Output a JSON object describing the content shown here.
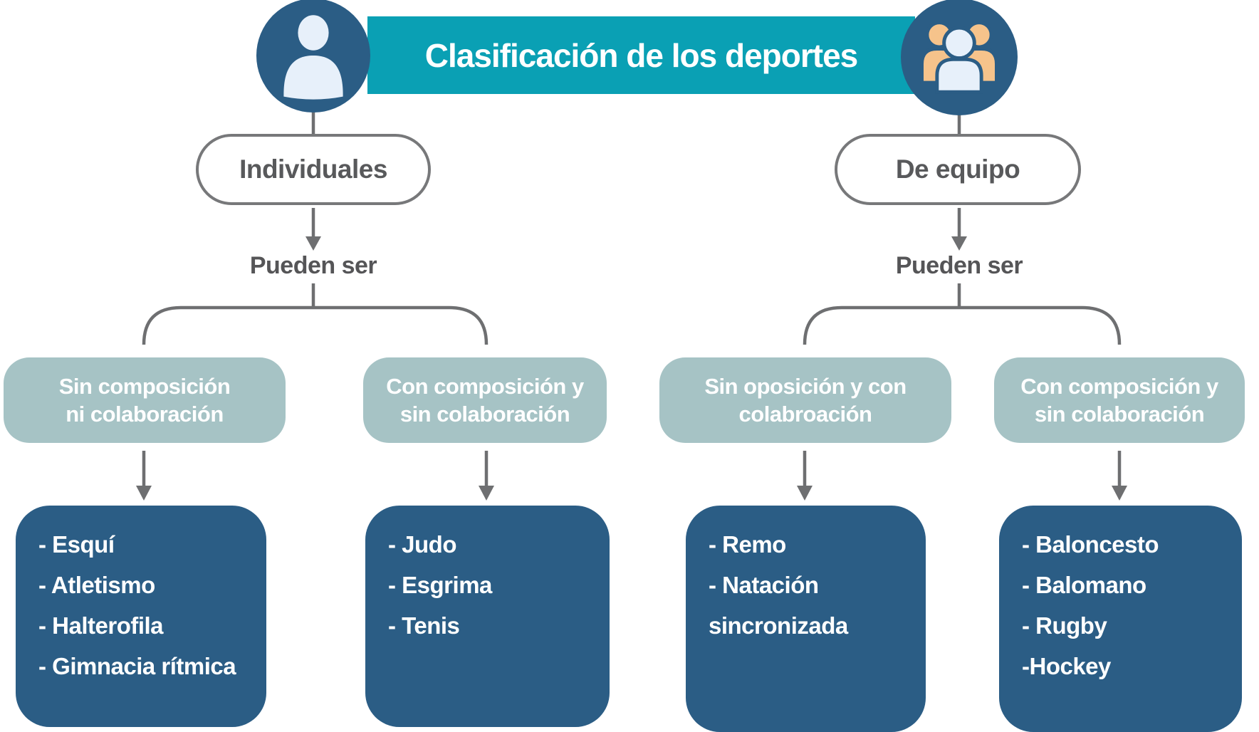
{
  "header": {
    "title": "Clasificación de los deportes"
  },
  "colors": {
    "banner_teal": "#0aa0b4",
    "dark_blue": "#2b5d85",
    "category_box": "#a6c3c5",
    "connector_gray": "#6e6f71",
    "label_gray": "#58595b",
    "icon_orange": "#f6c38b",
    "icon_pale": "#e7f0fa"
  },
  "branches": [
    {
      "label": "Individuales",
      "connector_label": "Pueden ser"
    },
    {
      "label": "De equipo",
      "connector_label": "Pueden ser"
    }
  ],
  "columns": [
    {
      "category_line1": "Sin composición",
      "category_line2": "ni colaboración",
      "items": [
        "- Esquí",
        "- Atletismo",
        "- Halterofila",
        "- Gimnacia rítmica"
      ]
    },
    {
      "category_line1": "Con composición y",
      "category_line2": "sin colaboración",
      "items": [
        "- Judo",
        "- Esgrima",
        "- Tenis"
      ]
    },
    {
      "category_line1": "Sin oposición y con",
      "category_line2": "colabroación",
      "items": [
        "- Remo",
        "- Natación",
        "sincronizada"
      ]
    },
    {
      "category_line1": "Con composición y",
      "category_line2": "sin colaboración",
      "items": [
        "- Baloncesto",
        "- Balomano",
        "- Rugby",
        "-Hockey"
      ]
    }
  ]
}
